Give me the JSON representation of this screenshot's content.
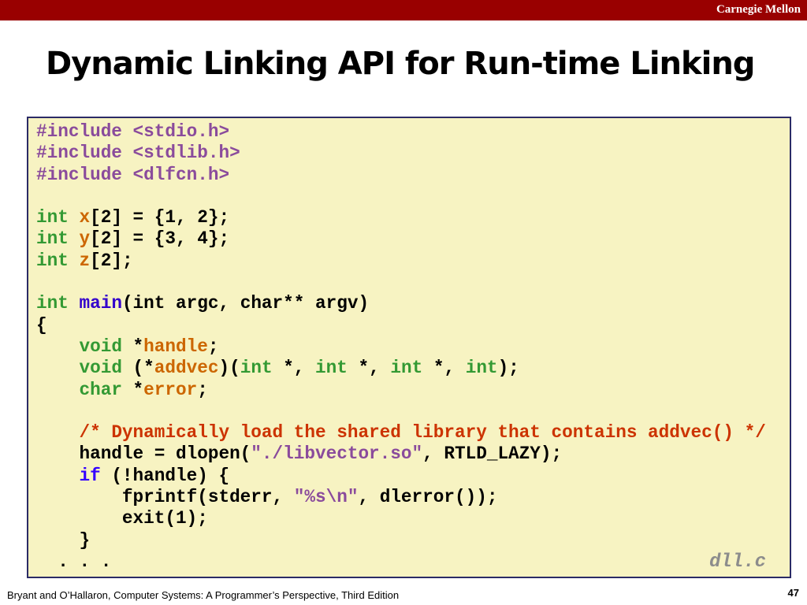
{
  "header": {
    "brand": "Carnegie Mellon",
    "bar_color": "#990000"
  },
  "title": "Dynamic Linking API for Run-time Linking",
  "colors": {
    "preprocessor": "#8a4b9c",
    "type": "#339933",
    "variable": "#cc6600",
    "function": "#3300cc",
    "comment": "#cc3300",
    "keyword": "#3300ff",
    "string": "#8a4b9c",
    "plain": "#000000"
  },
  "code_lines": [
    [
      {
        "t": "#include ",
        "k": "preprocessor"
      },
      {
        "t": "<stdio.h>",
        "k": "preprocessor"
      }
    ],
    [
      {
        "t": "#include ",
        "k": "preprocessor"
      },
      {
        "t": "<stdlib.h>",
        "k": "preprocessor"
      }
    ],
    [
      {
        "t": "#include ",
        "k": "preprocessor"
      },
      {
        "t": "<dlfcn.h>",
        "k": "preprocessor"
      }
    ],
    [],
    [
      {
        "t": "int ",
        "k": "type"
      },
      {
        "t": "x",
        "k": "variable"
      },
      {
        "t": "[2] = {1, 2};",
        "k": "plain"
      }
    ],
    [
      {
        "t": "int ",
        "k": "type"
      },
      {
        "t": "y",
        "k": "variable"
      },
      {
        "t": "[2] = {3, 4};",
        "k": "plain"
      }
    ],
    [
      {
        "t": "int ",
        "k": "type"
      },
      {
        "t": "z",
        "k": "variable"
      },
      {
        "t": "[2];",
        "k": "plain"
      }
    ],
    [],
    [
      {
        "t": "int ",
        "k": "type"
      },
      {
        "t": "main",
        "k": "function"
      },
      {
        "t": "(int argc, char** argv)",
        "k": "plain"
      }
    ],
    [
      {
        "t": "{",
        "k": "plain"
      }
    ],
    [
      {
        "t": "    ",
        "k": "plain"
      },
      {
        "t": "void ",
        "k": "type"
      },
      {
        "t": "*",
        "k": "plain"
      },
      {
        "t": "handle",
        "k": "variable"
      },
      {
        "t": ";",
        "k": "plain"
      }
    ],
    [
      {
        "t": "    ",
        "k": "plain"
      },
      {
        "t": "void ",
        "k": "type"
      },
      {
        "t": "(*",
        "k": "plain"
      },
      {
        "t": "addvec",
        "k": "variable"
      },
      {
        "t": ")(",
        "k": "plain"
      },
      {
        "t": "int ",
        "k": "type"
      },
      {
        "t": "*, ",
        "k": "plain"
      },
      {
        "t": "int ",
        "k": "type"
      },
      {
        "t": "*, ",
        "k": "plain"
      },
      {
        "t": "int ",
        "k": "type"
      },
      {
        "t": "*, ",
        "k": "plain"
      },
      {
        "t": "int",
        "k": "type"
      },
      {
        "t": ");",
        "k": "plain"
      }
    ],
    [
      {
        "t": "    ",
        "k": "plain"
      },
      {
        "t": "char ",
        "k": "type"
      },
      {
        "t": "*",
        "k": "plain"
      },
      {
        "t": "error",
        "k": "variable"
      },
      {
        "t": ";",
        "k": "plain"
      }
    ],
    [],
    [
      {
        "t": "    ",
        "k": "plain"
      },
      {
        "t": "/* Dynamically load the shared library that contains addvec() */",
        "k": "comment"
      }
    ],
    [
      {
        "t": "    handle = dlopen(",
        "k": "plain"
      },
      {
        "t": "\"./libvector.so\"",
        "k": "string"
      },
      {
        "t": ", RTLD_LAZY);",
        "k": "plain"
      }
    ],
    [
      {
        "t": "    ",
        "k": "plain"
      },
      {
        "t": "if",
        "k": "keyword"
      },
      {
        "t": " (!handle) {",
        "k": "plain"
      }
    ],
    [
      {
        "t": "        fprintf(stderr, ",
        "k": "plain"
      },
      {
        "t": "\"%s\\n\"",
        "k": "string"
      },
      {
        "t": ", dlerror());",
        "k": "plain"
      }
    ],
    [
      {
        "t": "        exit(1);",
        "k": "plain"
      }
    ],
    [
      {
        "t": "    }",
        "k": "plain"
      }
    ],
    [
      {
        "t": "  . . .",
        "k": "plain"
      }
    ]
  ],
  "file_label": "dll.c",
  "footer": {
    "citation": "Bryant and O’Hallaron, Computer Systems: A Programmer’s Perspective, Third Edition",
    "page_number": "47"
  }
}
